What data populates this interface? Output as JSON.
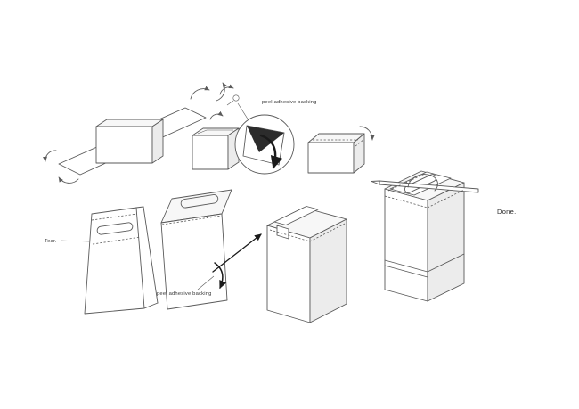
{
  "diagram": {
    "labels": {
      "peel_adhesive_top": "peel adhesive backing",
      "tear": "Tear.",
      "peel_adhesive_bottom": "peel adhesive backing",
      "done": "Done."
    },
    "colors": {
      "background": "#ffffff",
      "line": "#5a5a5a",
      "dark": "#1a1a1a"
    }
  }
}
